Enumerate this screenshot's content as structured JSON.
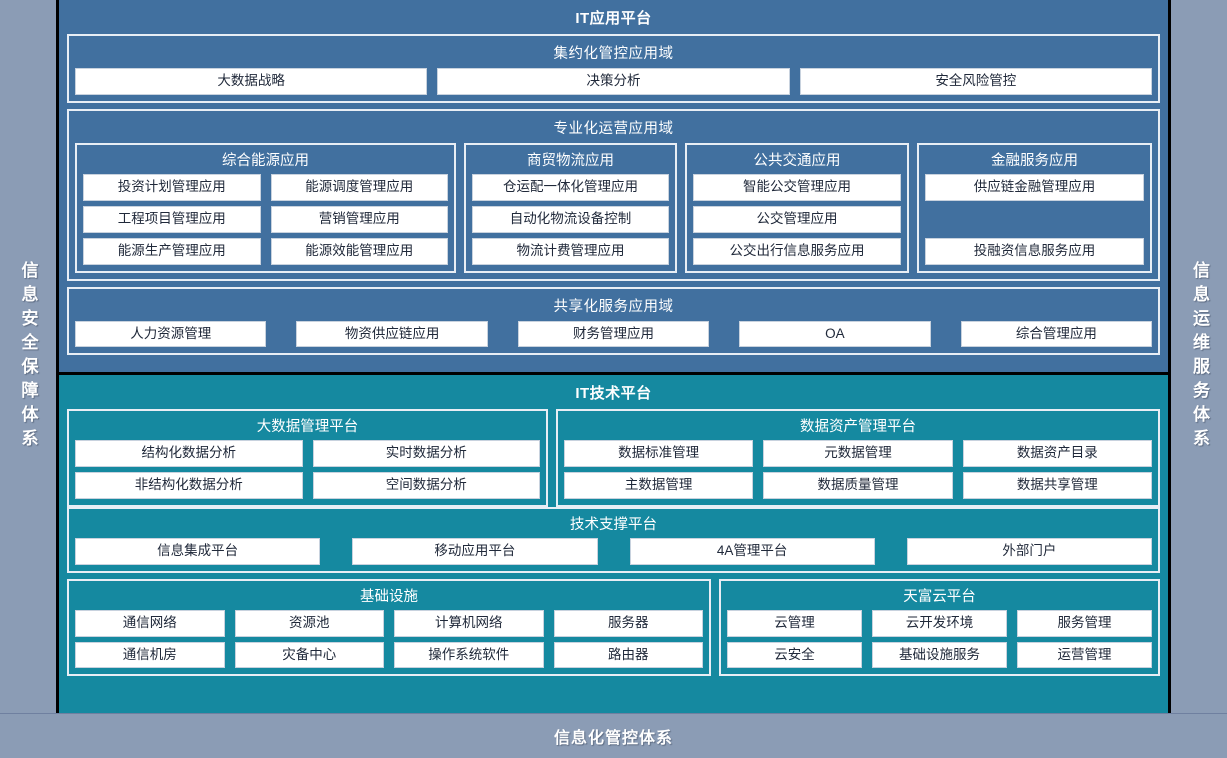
{
  "left_band": {
    "label": "信息安全保障体系"
  },
  "right_band": {
    "label": "信息运维服务体系"
  },
  "bottom_bar": {
    "label": "信息化管控体系"
  },
  "app_platform": {
    "title": "IT应用平台",
    "domains": [
      {
        "title": "集约化管控应用域",
        "items": [
          "大数据战略",
          "决策分析",
          "安全风险管控"
        ]
      },
      {
        "title": "专业化运营应用域",
        "groups": [
          {
            "title": "综合能源应用",
            "items": [
              "投资计划管理应用",
              "能源调度管理应用",
              "工程项目管理应用",
              "营销管理应用",
              "能源生产管理应用",
              "能源效能管理应用"
            ]
          },
          {
            "title": "商贸物流应用",
            "items": [
              "仓运配一体化管理应用",
              "自动化物流设备控制",
              "物流计费管理应用"
            ]
          },
          {
            "title": "公共交通应用",
            "items": [
              "智能公交管理应用",
              "公交管理应用",
              "公交出行信息服务应用"
            ]
          },
          {
            "title": "金融服务应用",
            "items": [
              "供应链金融管理应用",
              "投融资信息服务应用"
            ]
          }
        ]
      },
      {
        "title": "共享化服务应用域",
        "items": [
          "人力资源管理",
          "物资供应链应用",
          "财务管理应用",
          "OA",
          "综合管理应用"
        ]
      }
    ]
  },
  "tech_platform": {
    "title": "IT技术平台",
    "groups": [
      {
        "title": "大数据管理平台",
        "items": [
          "结构化数据分析",
          "实时数据分析",
          "非结构化数据分析",
          "空间数据分析"
        ]
      },
      {
        "title": "数据资产管理平台",
        "items": [
          "数据标准管理",
          "元数据管理",
          "数据资产目录",
          "主数据管理",
          "数据质量管理",
          "数据共享管理"
        ]
      },
      {
        "title": "技术支撑平台",
        "items": [
          "信息集成平台",
          "移动应用平台",
          "4A管理平台",
          "外部门户"
        ]
      },
      {
        "title": "基础设施",
        "items": [
          "通信网络",
          "资源池",
          "计算机网络",
          "服务器",
          "通信机房",
          "灾备中心",
          "操作系统软件",
          "路由器"
        ]
      },
      {
        "title": "天富云平台",
        "items": [
          "云管理",
          "云开发环境",
          "服务管理",
          "云安全",
          "基础设施服务",
          "运营管理"
        ]
      }
    ]
  },
  "colors": {
    "app_platform_bg": "#41709f",
    "tech_platform_bg": "#1589a0",
    "side_band_bg": "#8b9cb5",
    "chip_bg": "#ffffff",
    "outline": "#e8eef5"
  }
}
